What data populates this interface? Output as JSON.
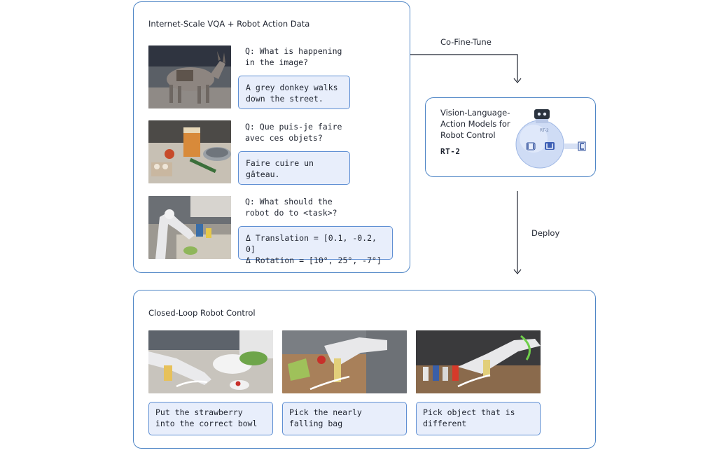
{
  "vqa_panel": {
    "title": "Internet-Scale VQA + Robot Action Data",
    "examples": [
      {
        "question": "Q: What is happening\nin the image?",
        "answer": "A grey donkey walks\ndown the street."
      },
      {
        "question": "Q: Que puis-je faire\navec ces objets?",
        "answer": "Faire cuire un\ngâteau."
      },
      {
        "question": "Q: What should the\nrobot do to <task>?",
        "answer": "Δ Translation = [0.1, -0.2, 0]\nΔ Rotation = [10°, 25°, -7°]"
      }
    ]
  },
  "flow": {
    "cofinetune_label": "Co-Fine-Tune",
    "deploy_label": "Deploy"
  },
  "rt2_panel": {
    "description": "Vision-Language-Action Models for Robot Control",
    "model_name": "RT-2",
    "robot_badge": "RT-2"
  },
  "control_panel": {
    "title": "Closed-Loop Robot Control",
    "tasks": [
      {
        "label": "Put the strawberry into the correct bowl"
      },
      {
        "label": "Pick the nearly falling bag"
      },
      {
        "label": "Pick object that is different"
      }
    ]
  },
  "colors": {
    "border": "#4f86c6",
    "box_fill": "#e8eefb",
    "arrow": "#1f2430"
  }
}
